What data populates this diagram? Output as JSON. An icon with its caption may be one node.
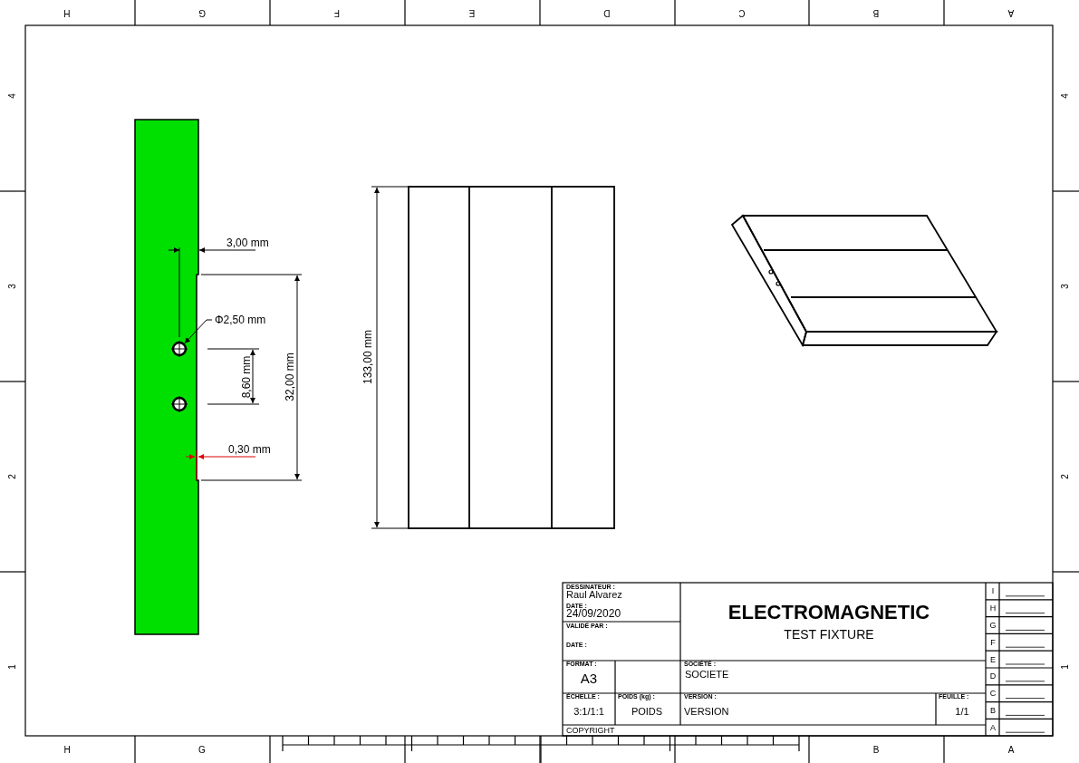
{
  "diagram": {
    "nodes": [
      {
        "text": [
          "Φ2,50 mm"
        ]
      },
      {
        "text": [],
        "shape": "circle"
      }
    ],
    "edges": [
      {
        "from": 0,
        "to": 1,
        "arrow": "to"
      }
    ],
    "labels": [
      "H",
      "G",
      "F",
      "E",
      "D",
      "C",
      "B",
      "A",
      "4",
      "3",
      "2",
      "1",
      "4",
      "3",
      "2",
      "1",
      "3,00 mm",
      "8,60 mm",
      "32,00 mm",
      "0,30 mm",
      "133,00 mm",
      "DESSINATEUR :",
      "Raul Alvarez",
      "DATE :",
      "24/09/2020",
      "ELECTROMAGNETIC",
      "TEST FIXTURE",
      "VALIDÉ PAR :",
      "DATE :",
      "FORMAT :",
      "A3",
      "SOCIÉTÉ :",
      "SOCIETE",
      "ÉCHELLE :",
      "POIDS (kg) :",
      "VERSION :",
      "FEUILLE :",
      "3:1/1:1",
      "POIDS",
      "VERSION",
      "1/1",
      "COPYRIGHT",
      "I",
      "H",
      "G",
      "F",
      "E",
      "D",
      "C",
      "B",
      "A",
      "H",
      "G",
      "B",
      "A"
    ]
  }
}
